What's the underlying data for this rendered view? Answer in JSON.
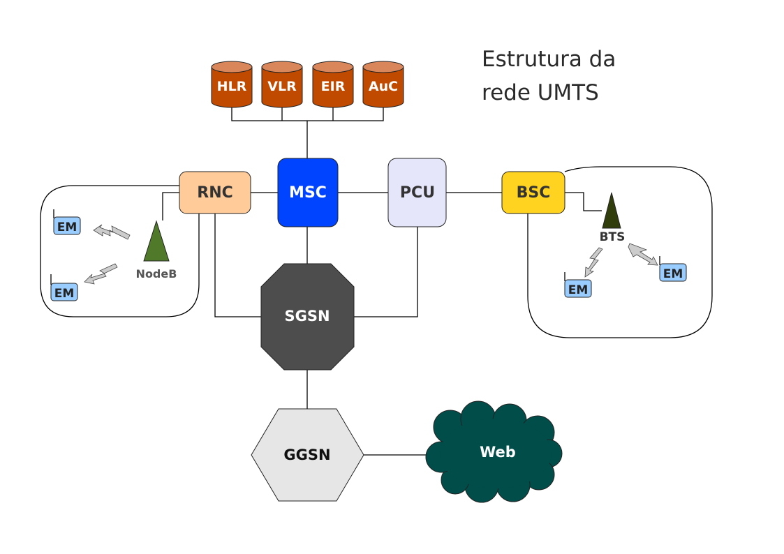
{
  "title": {
    "line1": "Estrutura da",
    "line2": "rede UMTS"
  },
  "databases": [
    {
      "label": "HLR"
    },
    {
      "label": "VLR"
    },
    {
      "label": "EIR"
    },
    {
      "label": "AuC"
    }
  ],
  "nodes": {
    "rnc": {
      "label": "RNC",
      "color": "#FFCC99"
    },
    "msc": {
      "label": "MSC",
      "color": "#0044FF"
    },
    "pcu": {
      "label": "PCU",
      "color": "#E6E6FA"
    },
    "bsc": {
      "label": "BSC",
      "color": "#FFD320"
    },
    "sgsn": {
      "label": "SGSN",
      "color": "#4D4D4D"
    },
    "ggsn": {
      "label": "GGSN",
      "color": "#E6E6E6"
    },
    "web": {
      "label": "Web",
      "color": "#004D4A"
    }
  },
  "utran": {
    "antenna_label": "NodeB",
    "antenna_color": "#507A2A",
    "terminals": [
      {
        "label": "EM"
      },
      {
        "label": "EM"
      }
    ]
  },
  "geran": {
    "antenna_label": "BTS",
    "antenna_color": "#313E0C",
    "terminals": [
      {
        "label": "EM"
      },
      {
        "label": "EM"
      }
    ]
  },
  "colors": {
    "database": "#C04A00",
    "database_top": "#D9875A",
    "terminal": "#99CCFF",
    "signal": "#CCCCCC"
  }
}
